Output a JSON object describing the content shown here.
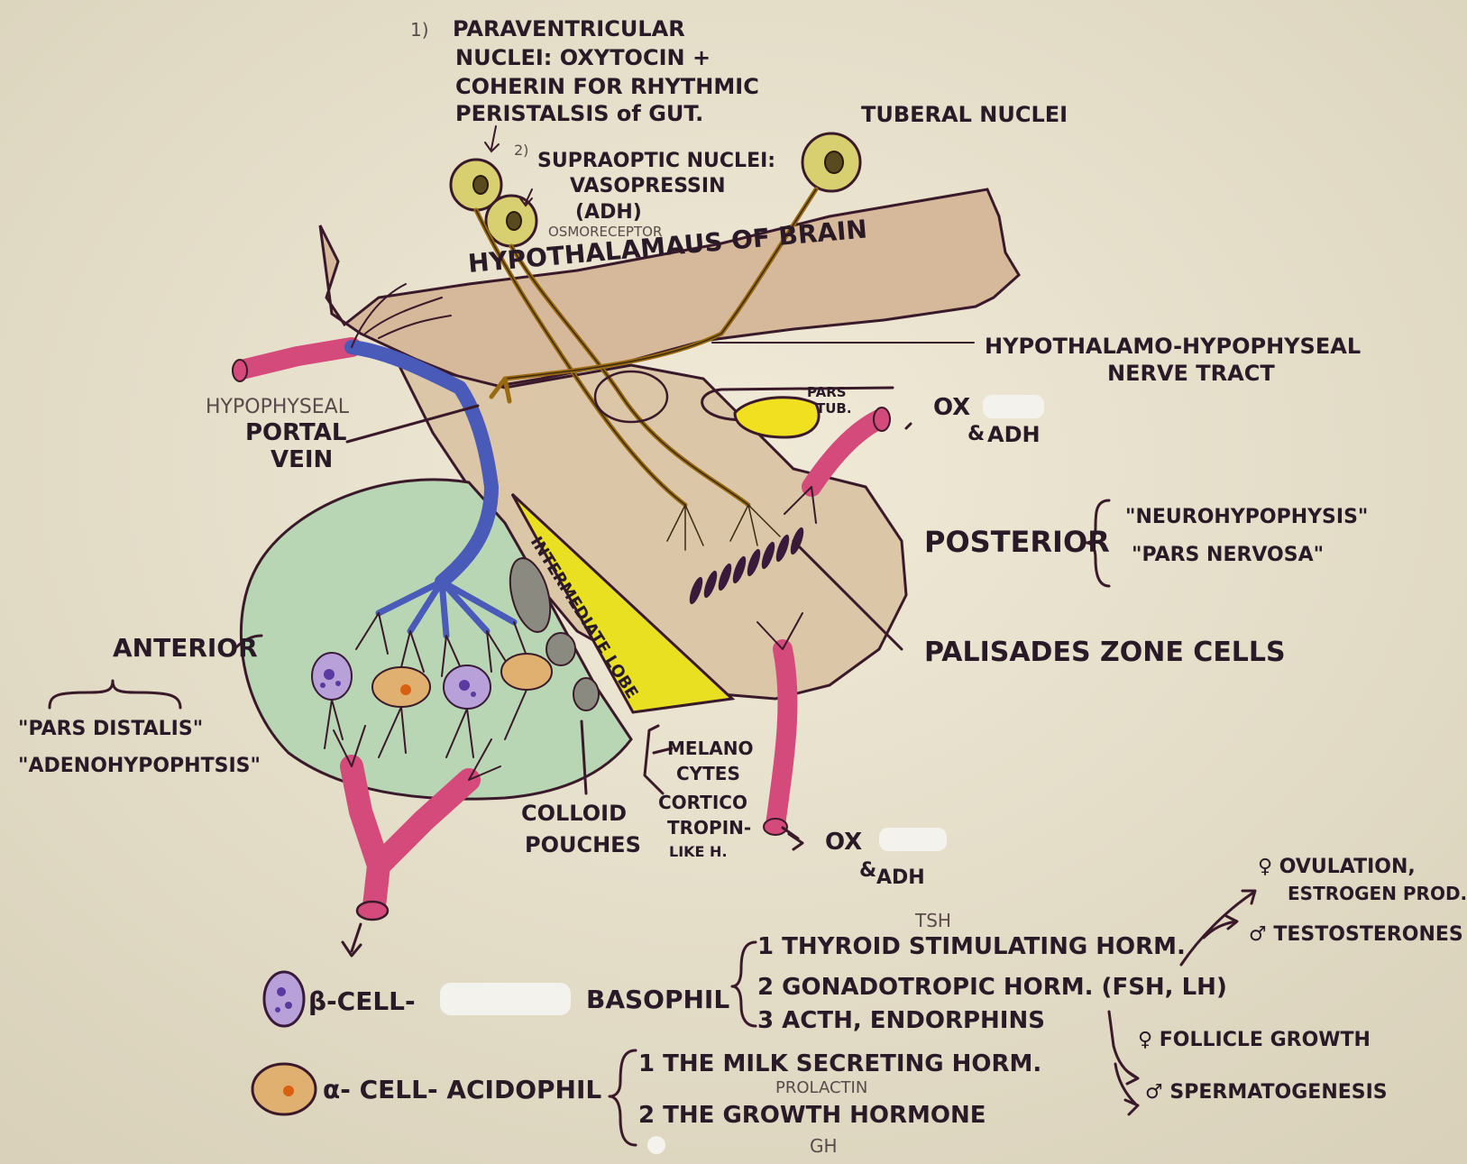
{
  "labels": {
    "num1": "1)",
    "paraventricular_l1": "PARAVENTRICULAR",
    "paraventricular_l2": "NUCLEI: OXYTOCIN +",
    "paraventricular_l3": "COHERIN FOR RHYTHMIC",
    "paraventricular_l4": "PERISTALSIS of GUT.",
    "tuberal": "TUBERAL NUCLEI",
    "num2": "2)",
    "supraoptic_l1": "SUPRAOPTIC NUCLEI:",
    "supraoptic_l2": "VASOPRESSIN",
    "supraoptic_l3": "(ADH)",
    "osmoreceptor": "OSMORECEPTOR",
    "hypothalamus": "HYPOTHALAMAUS OF BRAIN",
    "tract_l1": "HYPOTHALAMO-HYPOPHYSEAL",
    "tract_l2": "NERVE TRACT",
    "hypophyseal": "HYPOPHYSEAL",
    "portal": "PORTAL",
    "vein": "VEIN",
    "pars_tub_l1": "PARS",
    "pars_tub_l2": "TUB.",
    "ox_top": "OX",
    "adh_top": "ADH",
    "posterior": "POSTERIOR",
    "neurohypophysis": "\"NEUROHYPOPHYSIS\"",
    "pars_nervosa": "\"PARS NERVOSA\"",
    "intermediate_lobe": "INTERMEDIATE LOBE",
    "anterior": "ANTERIOR",
    "pars_distalis": "\"PARS DISTALIS\"",
    "adenohypophysis": "\"ADENOHYPOPHTSIS\"",
    "palisades": "PALISADES ZONE CELLS",
    "melano_l1": "MELANO",
    "melano_l2": "CYTES",
    "cortico_l1": "CORTICO",
    "cortico_l2": "TROPIN-",
    "cortico_l3": "LIKE H.",
    "colloid_l1": "COLLOID",
    "colloid_l2": "POUCHES",
    "ox_bottom": "OX",
    "adh_bottom": "ADH",
    "beta_cell": "β-CELL-",
    "basophil": "BASOPHIL",
    "tsh": "TSH",
    "basophil_item1": "1 THYROID STIMULATING HORM.",
    "basophil_item2": "2 GONADOTROPIC HORM. (FSH, LH)",
    "basophil_item3": "3 ACTH, ENDORPHINS",
    "ovulation_l1": "♀ OVULATION,",
    "ovulation_l2": "ESTROGEN PROD.",
    "testosterones": "♂ TESTOSTERONES",
    "follicle": "♀ FOLLICLE GROWTH",
    "spermatogenesis": "♂ SPERMATOGENESIS",
    "alpha_cell": "α- CELL- ACIDOPHIL",
    "acidophil_item1": "1 THE MILK SECRETING HORM.",
    "prolactin": "PROLACTIN",
    "acidophil_item2": "2 THE GROWTH HORMONE",
    "gh": "GH"
  },
  "colors": {
    "paper": "#e8e2cf",
    "hypothalamus_fill": "#d6b99a",
    "posterior_fill": "#dcc6a8",
    "anterior_fill": "#b9d6b4",
    "intermediate_fill": "#e8e020",
    "pars_tub_fill": "#f0e020",
    "nucleus_fill": "#d8d070",
    "portal_vein": "#4a5ab8",
    "artery": "#d44a7a",
    "nerve": "#9a6a10",
    "ink": "#2a1a28"
  },
  "icons": [
    "female-symbol",
    "male-symbol",
    "arrow-icon",
    "brace-icon"
  ]
}
